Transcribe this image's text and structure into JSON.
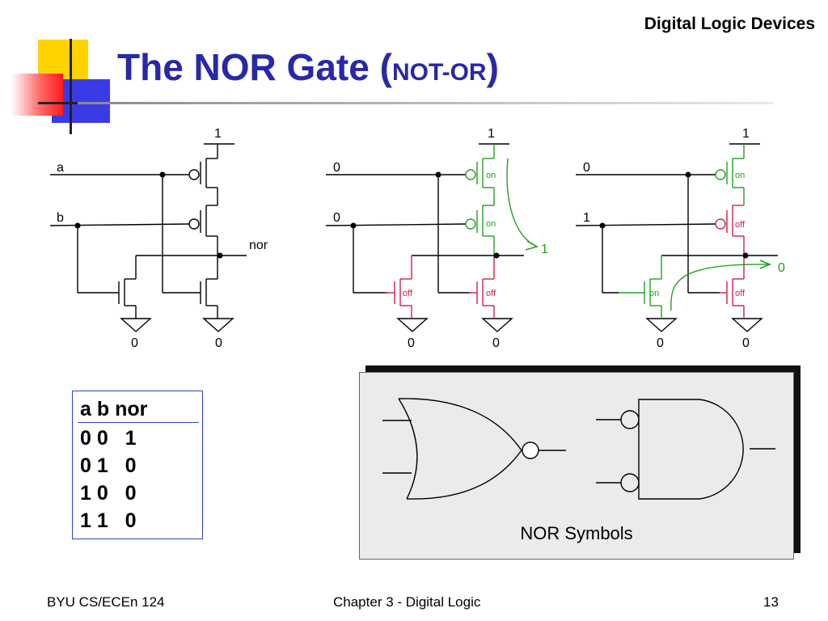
{
  "header": {
    "section": "Digital Logic Devices"
  },
  "title": {
    "main": "The NOR Gate (",
    "sub": "NOT-OR",
    "close": ")"
  },
  "circuit_generic": {
    "input_a": "a",
    "input_b": "b",
    "output": "nor",
    "vdd": "1",
    "gnd_left": "0",
    "gnd_right": "0"
  },
  "circuit_00": {
    "input_a": "0",
    "input_b": "0",
    "vdd": "1",
    "pmos_top": "on",
    "pmos_bottom": "on",
    "nmos_left": "off",
    "nmos_right": "off",
    "output": "1",
    "gnd_left": "0",
    "gnd_right": "0"
  },
  "circuit_01": {
    "input_a": "0",
    "input_b": "1",
    "vdd": "1",
    "pmos_top": "on",
    "pmos_bottom": "off",
    "nmos_left": "on",
    "nmos_right": "off",
    "output": "0",
    "gnd_left": "0",
    "gnd_right": "0"
  },
  "truth_table": {
    "header": "a b  nor",
    "rows": [
      "0 0   1",
      "0 1   0",
      "1 0   0",
      "1 1   0"
    ]
  },
  "symbols": {
    "caption": "NOR Symbols"
  },
  "colors": {
    "on": "#22a022",
    "off": "#d0204a",
    "title": "#2828a8",
    "table_border": "#2a44c8"
  },
  "footer": {
    "left": "BYU CS/ECEn 124",
    "center": "Chapter 3 - Digital Logic",
    "page": "13"
  }
}
